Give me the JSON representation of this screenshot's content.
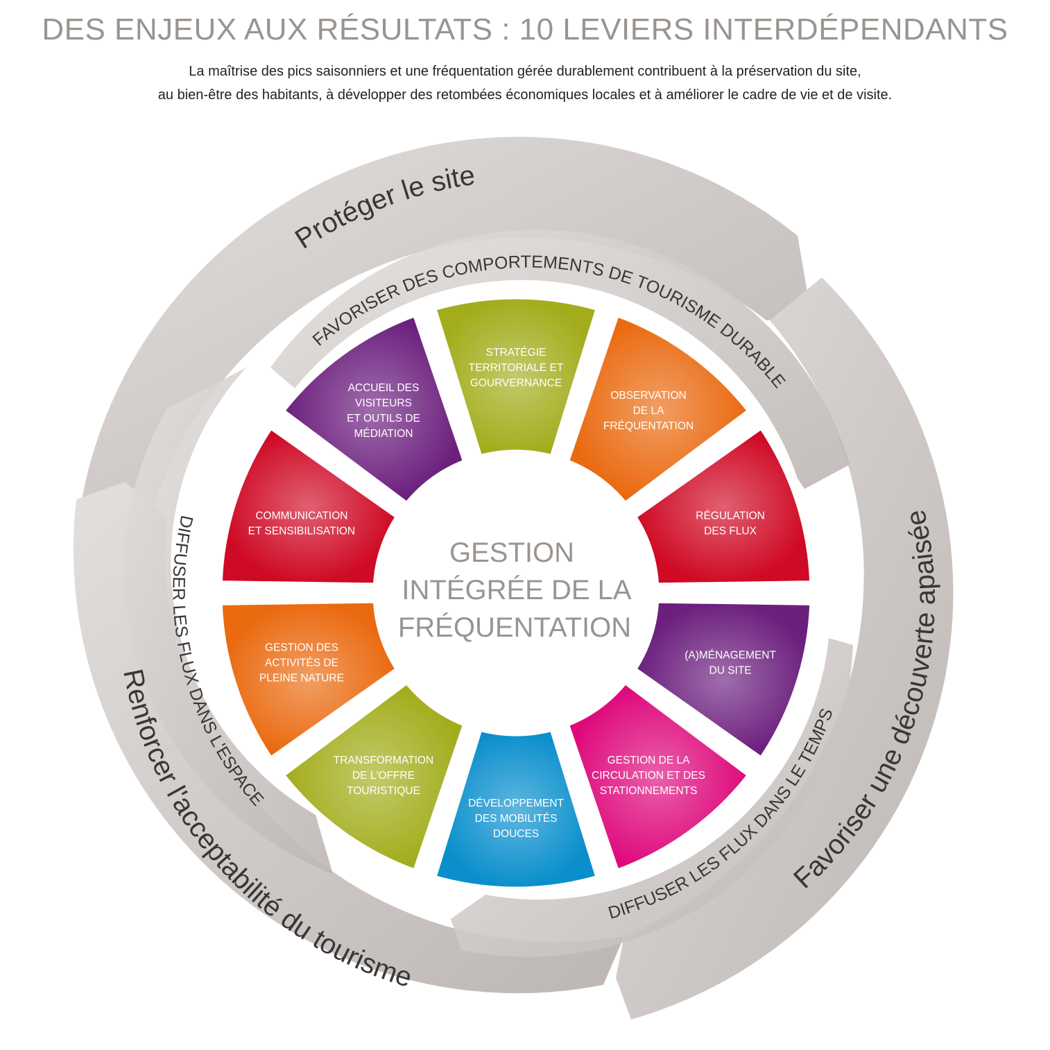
{
  "header": {
    "title": "DES ENJEUX AUX RÉSULTATS : 10 LEVIERS INTERDÉPENDANTS",
    "subtitle_line1": "La maîtrise des pics saisonniers et une fréquentation gérée durablement contribuent à la préservation du site,",
    "subtitle_line2": "au bien-être des habitants, à développer des retombées économiques locales et à améliorer le cadre de vie et de visite."
  },
  "outer_ring": {
    "top": "Protéger le site",
    "right": "Favoriser une découverte apaisée",
    "left": "Renforcer l'acceptabilité du tourisme"
  },
  "inner_ring": {
    "top": "FAVORISER DES COMPORTEMENTS DE TOURISME DURABLE",
    "left": "DIFFUSER LES FLUX DANS L'ESPACE",
    "right": "DIFFUSER LES FLUX DANS LE TEMPS"
  },
  "center": {
    "line1": "GESTION",
    "line2": "INTÉGRÉE DE LA",
    "line3": "FRÉQUENTATION"
  },
  "levers": [
    {
      "lines": [
        "STRATÉGIE",
        "TERRITORIALE ET",
        "GOURVERNANCE"
      ],
      "color": "#a3ad1c"
    },
    {
      "lines": [
        "OBSERVATION",
        "DE LA",
        "FRÉQUENTATION"
      ],
      "color": "#ea6a10"
    },
    {
      "lines": [
        "RÉGULATION",
        "DES FLUX"
      ],
      "color": "#cf0a25"
    },
    {
      "lines": [
        "(A)MÉNAGEMENT",
        "DU SITE"
      ],
      "color": "#6c207e"
    },
    {
      "lines": [
        "GESTION DE LA",
        "CIRCULATION ET DES",
        "STATIONNEMENTS"
      ],
      "color": "#de0a7c"
    },
    {
      "lines": [
        "DÉVELOPPEMENT",
        "DES MOBILITÉS",
        "DOUCES"
      ],
      "color": "#0a8fcc"
    },
    {
      "lines": [
        "TRANSFORMATION",
        "DE L'OFFRE",
        "TOURISTIQUE"
      ],
      "color": "#a3ad1c"
    },
    {
      "lines": [
        "GESTION DES",
        "ACTIVITÉS DE",
        "PLEINE NATURE"
      ],
      "color": "#ea6a10"
    },
    {
      "lines": [
        "COMMUNICATION",
        "ET SENSIBILISATION"
      ],
      "color": "#cf0a25"
    },
    {
      "lines": [
        "ACCUEIL DES",
        "VISITEURS",
        "ET OUTILS DE",
        "MÉDIATION"
      ],
      "color": "#6c207e"
    }
  ]
}
